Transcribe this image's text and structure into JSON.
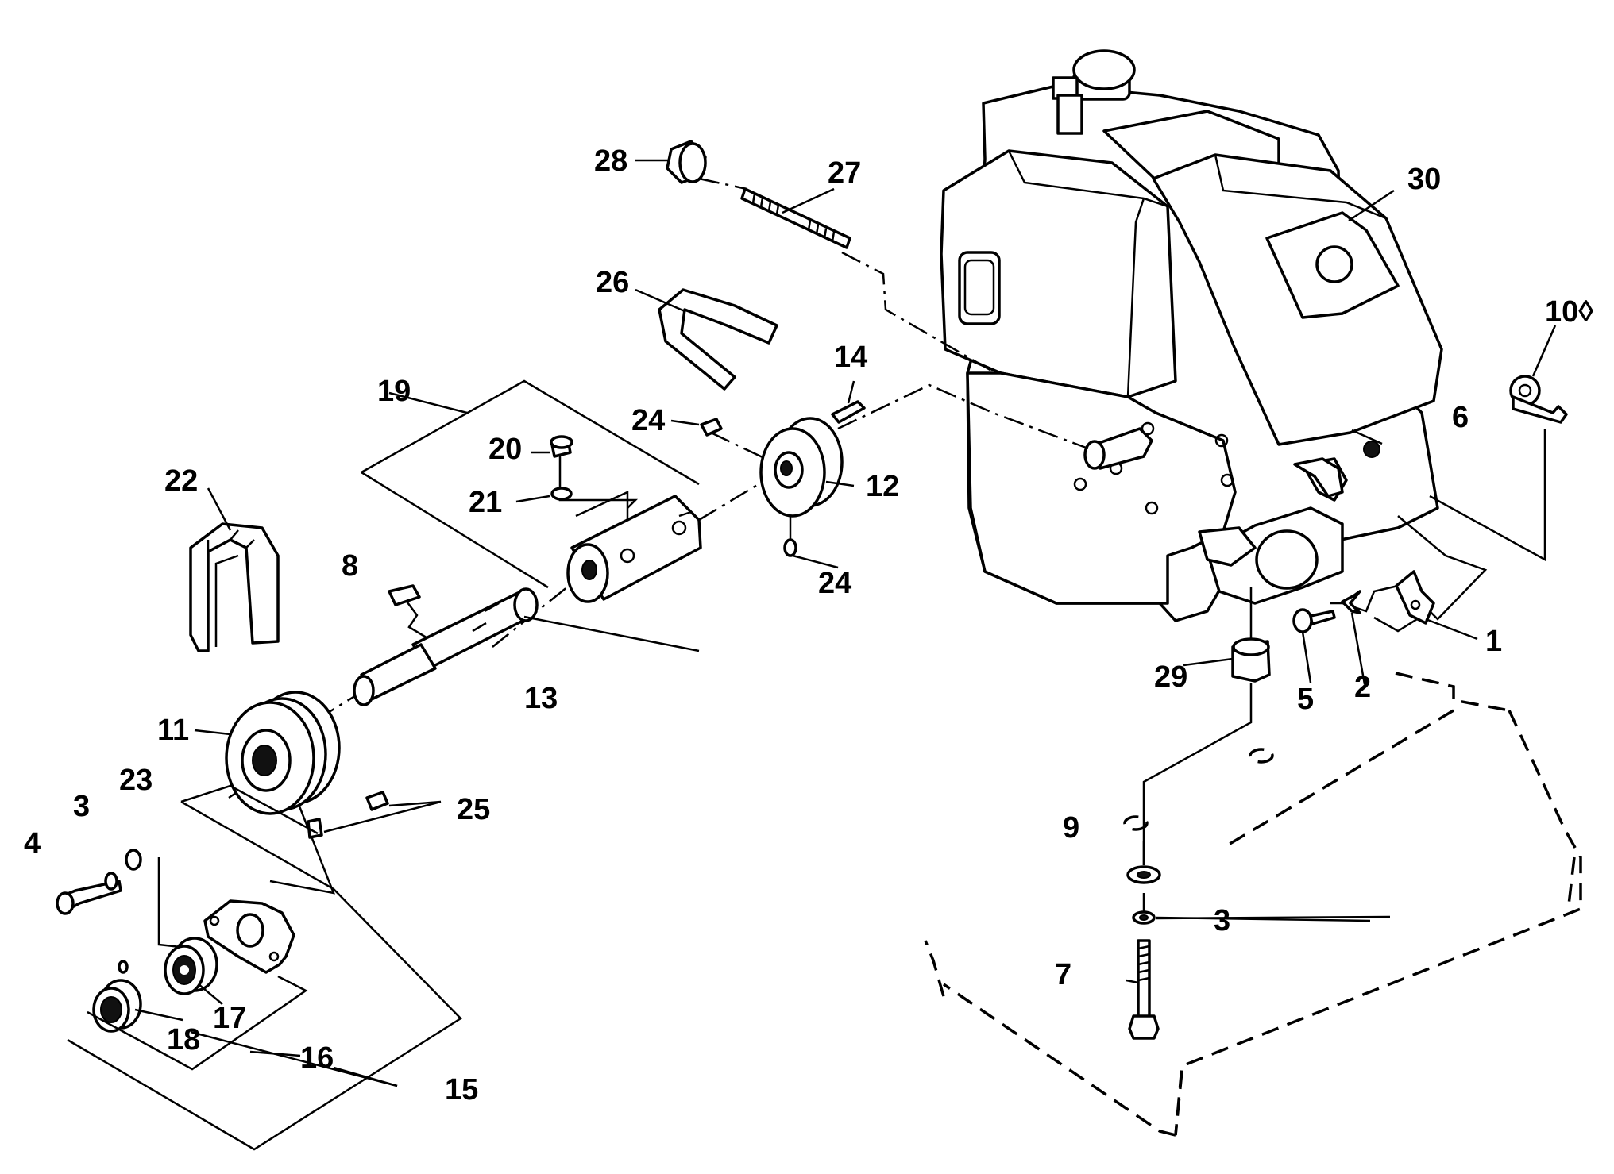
{
  "diagram": {
    "labels": [
      {
        "key": "p1",
        "text": "1"
      },
      {
        "key": "p2",
        "text": "2"
      },
      {
        "key": "p3a",
        "text": "3"
      },
      {
        "key": "p3b",
        "text": "3"
      },
      {
        "key": "p4",
        "text": "4"
      },
      {
        "key": "p5",
        "text": "5"
      },
      {
        "key": "p6",
        "text": "6"
      },
      {
        "key": "p7",
        "text": "7"
      },
      {
        "key": "p8",
        "text": "8"
      },
      {
        "key": "p9",
        "text": "9"
      },
      {
        "key": "p10",
        "text": "10◊"
      },
      {
        "key": "p11",
        "text": "11"
      },
      {
        "key": "p12",
        "text": "12"
      },
      {
        "key": "p13",
        "text": "13"
      },
      {
        "key": "p14",
        "text": "14"
      },
      {
        "key": "p15",
        "text": "15"
      },
      {
        "key": "p16",
        "text": "16"
      },
      {
        "key": "p17",
        "text": "17"
      },
      {
        "key": "p18",
        "text": "18"
      },
      {
        "key": "p19",
        "text": "19"
      },
      {
        "key": "p20",
        "text": "20"
      },
      {
        "key": "p21",
        "text": "21"
      },
      {
        "key": "p22",
        "text": "22"
      },
      {
        "key": "p23",
        "text": "23"
      },
      {
        "key": "p24a",
        "text": "24"
      },
      {
        "key": "p24b",
        "text": "24"
      },
      {
        "key": "p25",
        "text": "25"
      },
      {
        "key": "p26",
        "text": "26"
      },
      {
        "key": "p27",
        "text": "27"
      },
      {
        "key": "p28",
        "text": "28"
      },
      {
        "key": "p29",
        "text": "29"
      },
      {
        "key": "p30",
        "text": "30"
      }
    ]
  }
}
